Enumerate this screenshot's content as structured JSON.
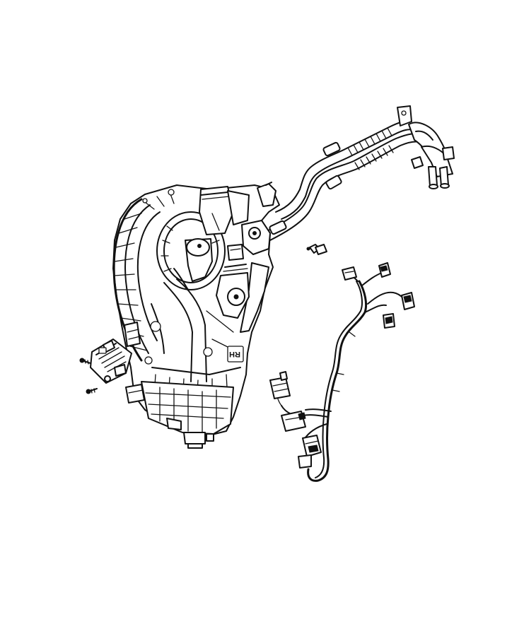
{
  "diagram": {
    "components": [
      {
        "name": "hvac-housing"
      },
      {
        "name": "blower-motor"
      },
      {
        "name": "blower-motor-resistor"
      },
      {
        "name": "ac-refrigerant-lines"
      },
      {
        "name": "wiring-harness"
      },
      {
        "name": "screws"
      }
    ],
    "housing_stamp": "RH"
  },
  "colors": {
    "line": "#111111",
    "background": "#ffffff"
  }
}
